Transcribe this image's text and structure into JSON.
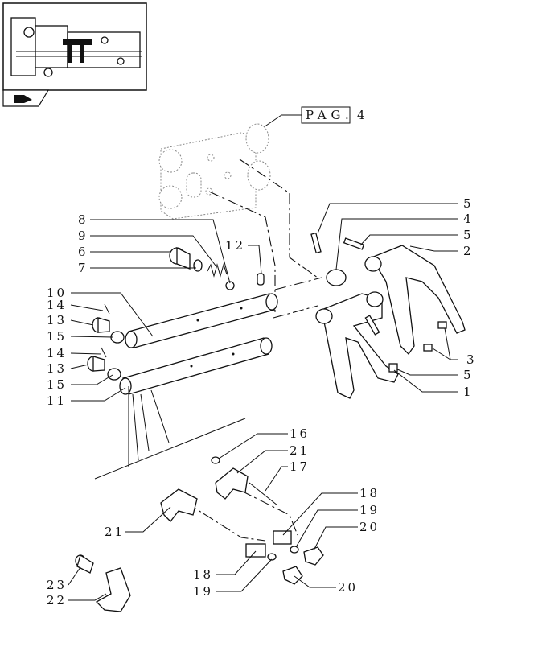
{
  "page_ref": {
    "label": "PAG.",
    "number": "4"
  },
  "callouts": {
    "c8": "8",
    "c9": "9",
    "c6": "6",
    "c7": "7",
    "c12": "12",
    "c10": "10",
    "c14a": "14",
    "c13a": "13",
    "c15a": "15",
    "c14b": "14",
    "c13b": "13",
    "c15b": "15",
    "c11": "11",
    "c5a": "5",
    "c4": "4",
    "c5b": "5",
    "c2": "2",
    "c3": "3",
    "c5c": "5",
    "c1": "1",
    "c16": "16",
    "c21a": "21",
    "c17": "17",
    "c18a": "18",
    "c19a": "19",
    "c20a": "20",
    "c21b": "21",
    "c18b": "18",
    "c19b": "19",
    "c20b": "20",
    "c23": "23",
    "c22": "22"
  },
  "icons": {
    "thumbnail": "transmission-thumbnail-icon",
    "navigate": "hand-pointer-icon"
  }
}
